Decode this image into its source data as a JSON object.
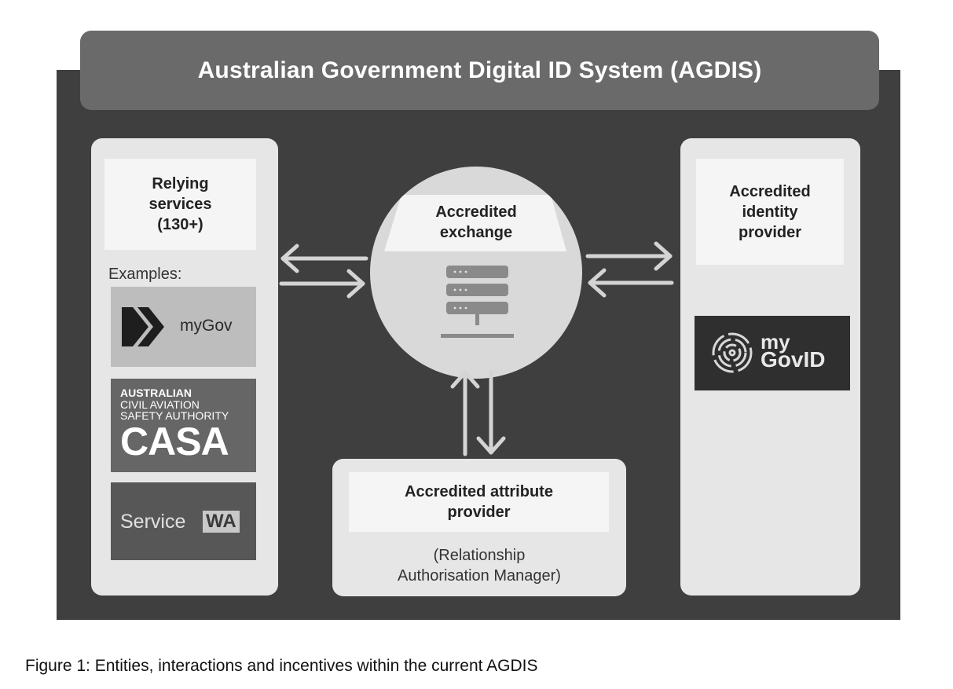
{
  "title": "Australian Government Digital ID System (AGDIS)",
  "relying": {
    "label_lines": [
      "Relying",
      "services",
      "(130+)"
    ],
    "examples_label": "Examples:",
    "mygov_text": "myGov",
    "casa_lines": [
      "AUSTRALIAN",
      "CIVIL AVIATION",
      "SAFETY AUTHORITY"
    ],
    "casa_acronym": "CASA",
    "servicewa_text": "Service",
    "servicewa_badge": "WA"
  },
  "exchange": {
    "label_lines": [
      "Accredited",
      "exchange"
    ]
  },
  "identity": {
    "label_lines": [
      "Accredited",
      "identity",
      "provider"
    ],
    "mygovid_lines": [
      "my",
      "GovID"
    ]
  },
  "attribute": {
    "label_lines": [
      "Accredited attribute",
      "provider"
    ],
    "sub_lines": [
      "(Relationship",
      "Authorisation Manager)"
    ]
  },
  "caption": "Figure 1: Entities, interactions and incentives within the current AGDIS",
  "colors": {
    "panel": "#3f3f3f",
    "title_bar": "#6a6a6a",
    "column": "#e6e6e6",
    "arrow": "#d4d4d4"
  }
}
